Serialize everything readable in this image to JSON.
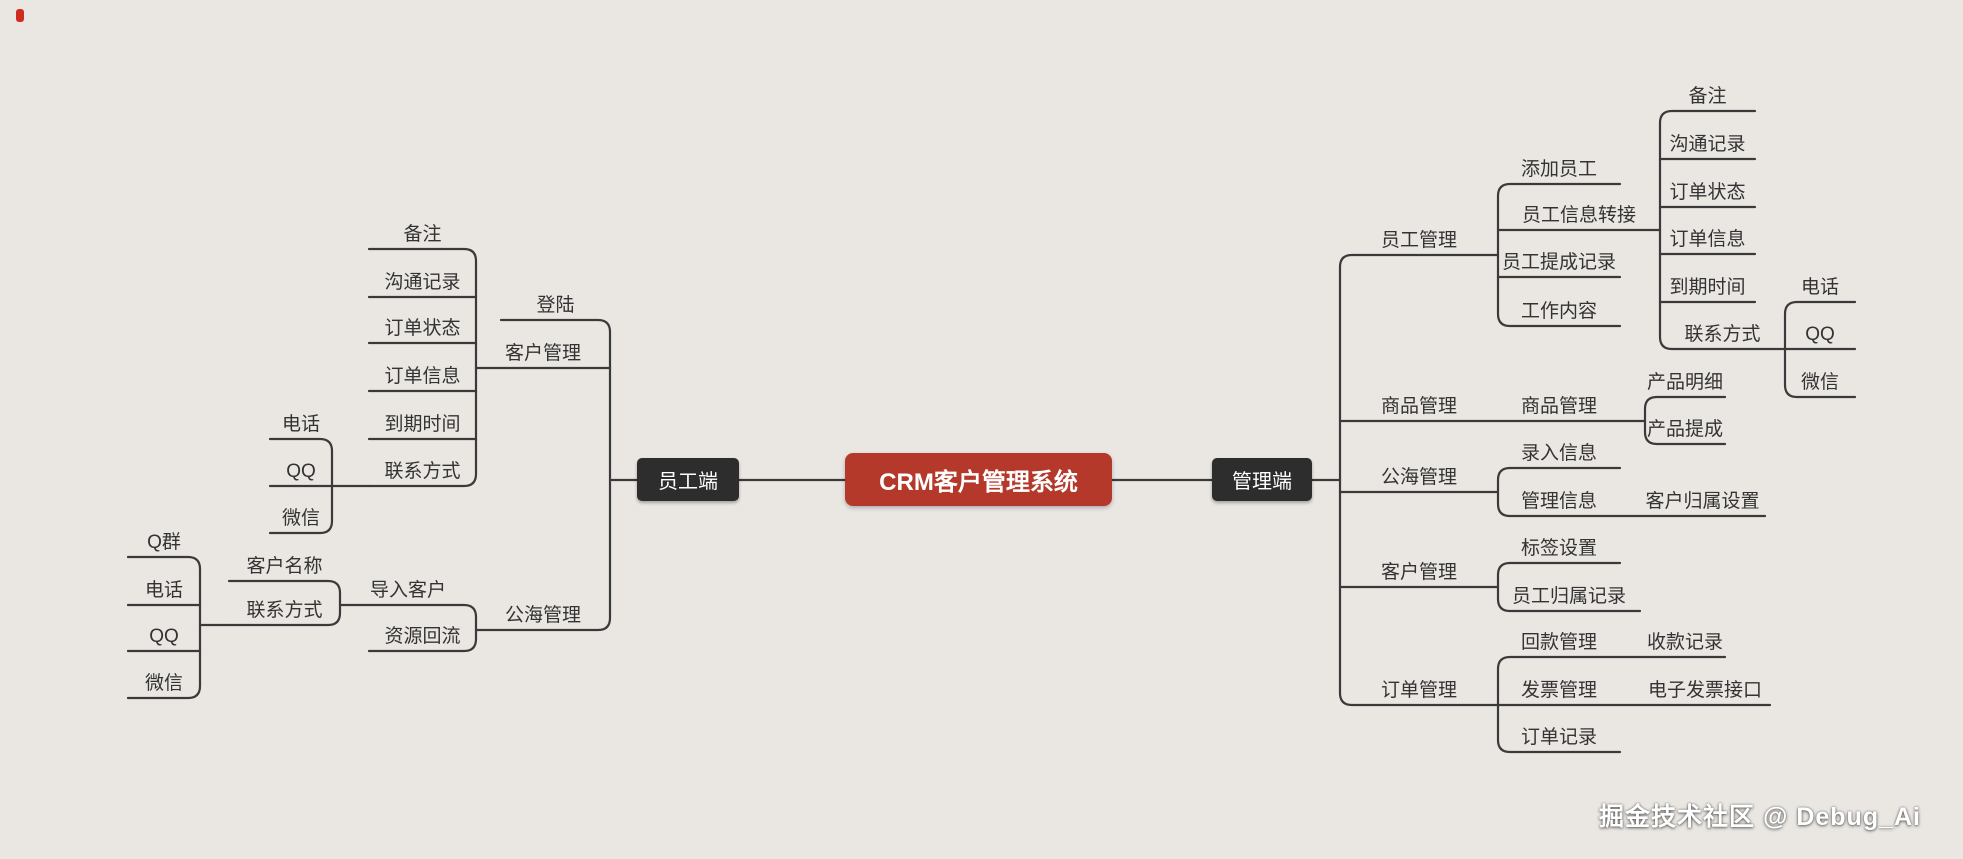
{
  "root": {
    "label": "CRM客户管理系统"
  },
  "watermark": "掘金技术社区 @ Debug_Ai",
  "colors": {
    "background": "#eae7e3",
    "root_fill": "#b5392b",
    "branch_fill": "#2d2d2d",
    "line": "#3a3a3a",
    "text": "#333333"
  },
  "left": {
    "label": "员工端",
    "login": "登陆",
    "customer": {
      "label": "客户管理",
      "remark": "备注",
      "comm_log": "沟通记录",
      "order_status": "订单状态",
      "order_info": "订单信息",
      "expire_time": "到期时间",
      "contact": {
        "label": "联系方式",
        "phone": "电话",
        "qq": "QQ",
        "wechat": "微信"
      }
    },
    "sea": {
      "label": "公海管理",
      "import": {
        "label": "导入客户",
        "customer_name": "客户名称",
        "contact": {
          "label": "联系方式",
          "qgroup": "Q群",
          "phone": "电话",
          "qq": "QQ",
          "wechat": "微信"
        }
      },
      "reflow": "资源回流"
    }
  },
  "right": {
    "label": "管理端",
    "staff": {
      "label": "员工管理",
      "add_staff": "添加员工",
      "transfer": {
        "label": "员工信息转接",
        "remark": "备注",
        "comm_log": "沟通记录",
        "order_status": "订单状态",
        "order_info": "订单信息",
        "expire_time": "到期时间",
        "contact": {
          "label": "联系方式",
          "phone": "电话",
          "qq": "QQ",
          "wechat": "微信"
        }
      },
      "commission_log": "员工提成记录",
      "work_content": "工作内容"
    },
    "product": {
      "label": "商品管理",
      "sub": {
        "label": "商品管理",
        "detail": "产品明细",
        "commission": "产品提成"
      }
    },
    "sea": {
      "label": "公海管理",
      "entry": "录入信息",
      "manage": {
        "label": "管理信息",
        "attribution": "客户归属设置"
      }
    },
    "customer": {
      "label": "客户管理",
      "tags": "标签设置",
      "staff_attribution": "员工归属记录"
    },
    "order": {
      "label": "订单管理",
      "payment": {
        "label": "回款管理",
        "receipt": "收款记录"
      },
      "invoice": {
        "label": "发票管理",
        "einvoice": "电子发票接口"
      },
      "order_log": "订单记录"
    }
  }
}
